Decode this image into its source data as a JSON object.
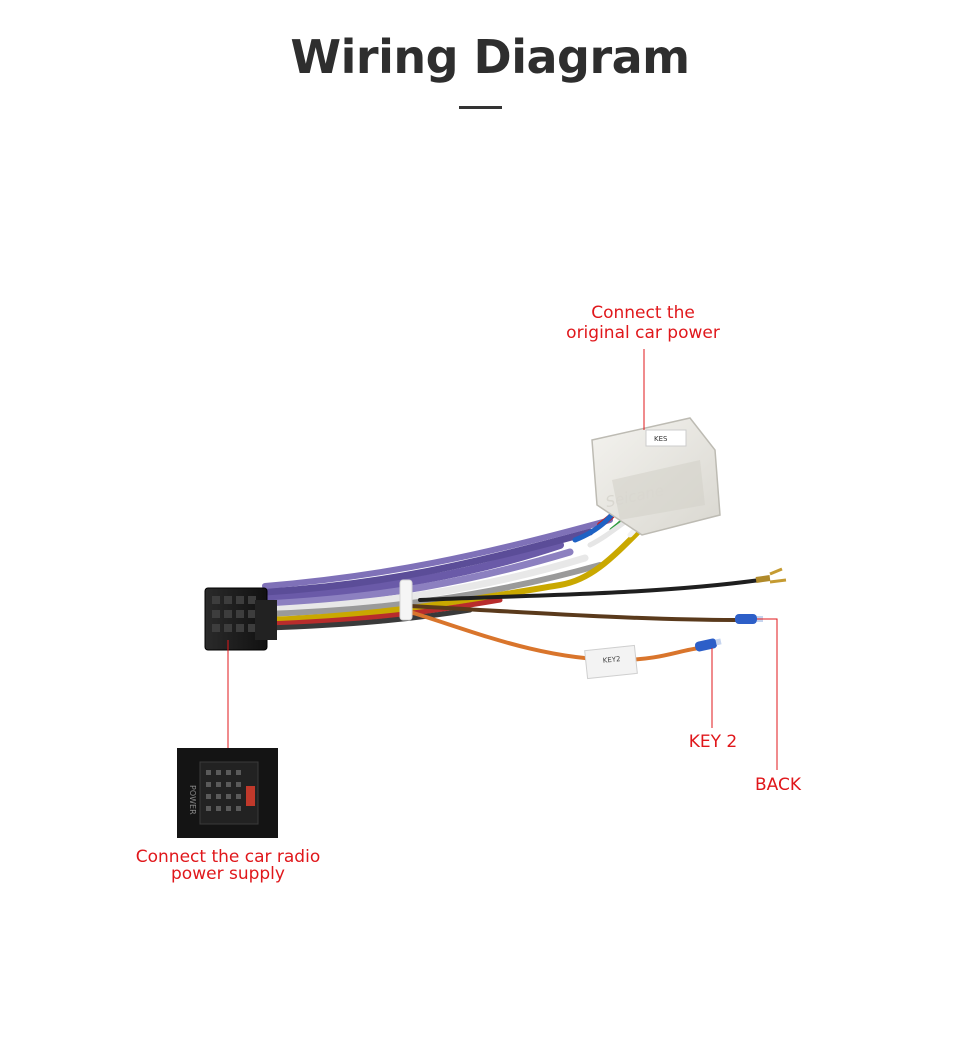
{
  "title": "Wiring Diagram",
  "colors": {
    "callout": "#e0171b",
    "title": "#2e2e2e",
    "connector_black": "#1b1b1b",
    "connector_white": "#ecebe6"
  },
  "callouts": {
    "car_power": {
      "line1": "Connect the",
      "line2": "original car power"
    },
    "radio_power": {
      "line1": "Connect the car radio",
      "line2": "power supply"
    },
    "key2": {
      "label": "KEY 2"
    },
    "back": {
      "label": "BACK"
    }
  },
  "connector_labels": {
    "white_plug_code": "KES",
    "white_plug_brand": "Seicane",
    "key_tag_code": "KEY2",
    "radio_port": "POWER"
  }
}
